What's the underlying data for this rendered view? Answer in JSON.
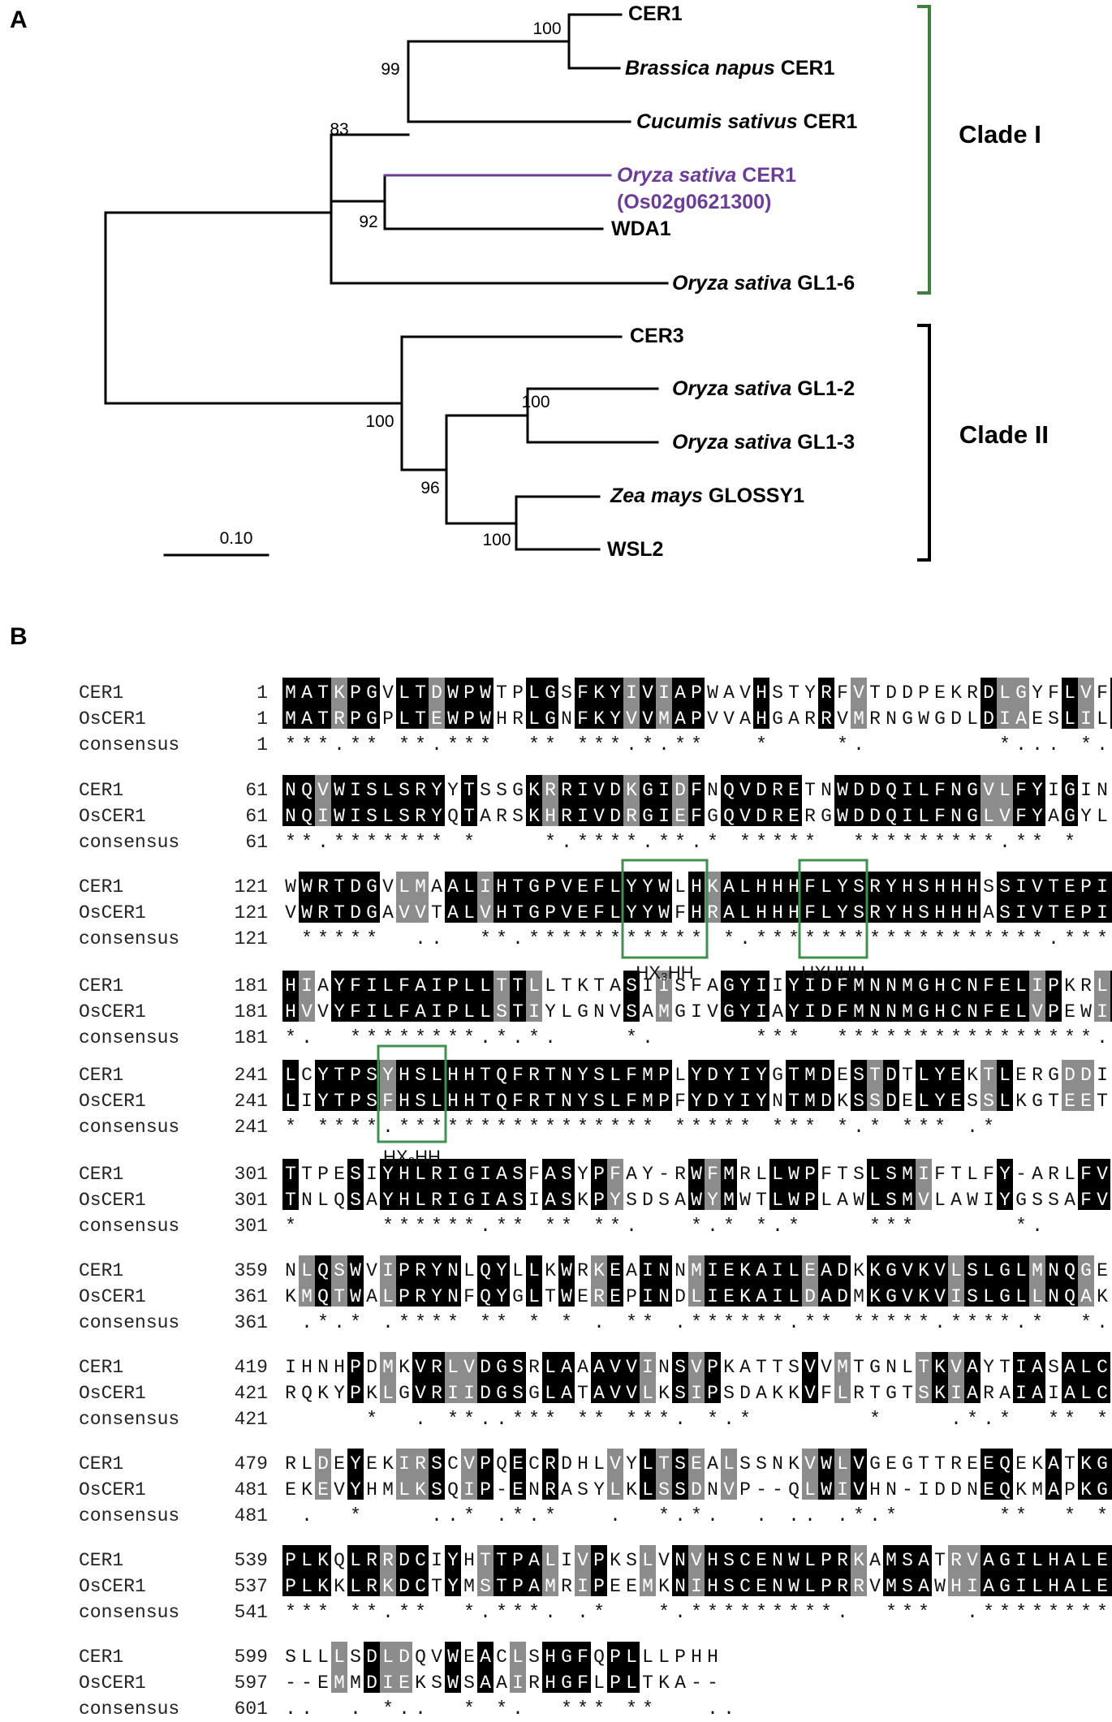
{
  "panel_a": {
    "label": "A",
    "taxa": [
      {
        "id": "cer1",
        "parts": [
          {
            "t": "CER1",
            "i": false
          }
        ]
      },
      {
        "id": "bnapus",
        "parts": [
          {
            "t": "Brassica napus",
            "i": true
          },
          {
            "t": " CER1",
            "i": false
          }
        ]
      },
      {
        "id": "csativus",
        "parts": [
          {
            "t": "Cucumis sativus",
            "i": true
          },
          {
            "t": " CER1",
            "i": false
          }
        ]
      },
      {
        "id": "oscer1",
        "parts": [
          {
            "t": "Oryza sativa",
            "i": true
          },
          {
            "t": " CER1",
            "i": false
          }
        ],
        "line2": "(Os02g0621300)",
        "highlight": true
      },
      {
        "id": "wda1",
        "parts": [
          {
            "t": "WDA1",
            "i": false
          }
        ]
      },
      {
        "id": "gl16",
        "parts": [
          {
            "t": "Oryza sativa",
            "i": true
          },
          {
            "t": " GL1-6",
            "i": false
          }
        ]
      },
      {
        "id": "cer3",
        "parts": [
          {
            "t": "CER3",
            "i": false
          }
        ]
      },
      {
        "id": "gl12",
        "parts": [
          {
            "t": "Oryza sativa",
            "i": true
          },
          {
            "t": " GL1-2",
            "i": false
          }
        ]
      },
      {
        "id": "gl13",
        "parts": [
          {
            "t": "Oryza sativa",
            "i": true
          },
          {
            "t": " GL1-3",
            "i": false
          }
        ]
      },
      {
        "id": "glossy1",
        "parts": [
          {
            "t": "Zea mays",
            "i": true
          },
          {
            "t": " GLOSSY1",
            "i": false
          }
        ]
      },
      {
        "id": "wsl2",
        "parts": [
          {
            "t": "WSL2",
            "i": false
          }
        ]
      }
    ],
    "bootstrap": [
      "100",
      "99",
      "83",
      "92",
      "100",
      "100",
      "96",
      "100"
    ],
    "clades": [
      "Clade I",
      "Clade II"
    ],
    "scale_bar": "0.10",
    "colors": {
      "highlight": "#6a3d96",
      "clade1_bracket": "#3f7f3f",
      "clade2_bracket": "#000000"
    }
  },
  "panel_b": {
    "label": "B",
    "names": [
      "CER1",
      "OsCER1",
      "consensus"
    ],
    "blocks": [
      {
        "starts": [
          "1",
          "1",
          "1"
        ],
        "s1": "MATKPGVLTDWPWTPLGSFKYIVIAPWAVHSTYRFVTDDPEKRDLGYFLVFPFLLFRILH",
        "s2": "MATRPGPLTEWPWHRLGNFKYVVMAPVVAHGARRVMRNGWGDLDIAESLILPSLLLRMIH",
        "c": "***.** **.***  ** ***.*.**   *    *.        *... *. * ** *..*"
      },
      {
        "starts": [
          "61",
          "61",
          "61"
        ],
        "s1": "NQVWISLSRYYTSSGKRRIVDKGIDFNQVDRETNWDDQILFNGVLFYIGINLLPEAKQLP",
        "s2": "NQIWISLSRYQTARSKHRIVDRGIEFGQVDRERGWDDQILFNGLVFYAGYLAMPSVRRMP",
        "c": "**.******* *    *.****.**.* *****  *********.** *   .*   .  .*"
      },
      {
        "starts": [
          "121",
          "121",
          "121"
        ],
        "s1": "WWRTDGVLMAALIHTGPVEFLYYWLHKALHHHFLYSRYHSHHHSSIVTEPITSVIHPFAE",
        "s2": "VWRTDGAVVTALVHTGPVEFLYYWFHRALHHHFLYSRYHSHHHASIVTEPITSVIHPFAE",
        "c": " *****  ..  **.*********** *.******************.****************"
      },
      {
        "starts": [
          "181",
          "181",
          "181"
        ],
        "s1": "HIAYFILFAIPLLTTLLTKTASIISFAGYIIYIDFMNNMGHCNFELIPKRLFHLFPPLKF",
        "s2": "HVVYFILFAIPLLSTIYLGNVSAMGIVGYIAYIDFMNNMGHCNFELVPEWIFQIFPPLKY",
        "c": "*.  ********.*.*.    *.      ***  ****************.*    .*  .*****."
      },
      {
        "starts": [
          "241",
          "241",
          "241"
        ],
        "s1": "LCYTPSYHSLHHTQFRTNYSLFMPLYDYIYGTMDESTDTLYEKTLERGDDIVDVVHLTHL",
        "s2": "LIYTPSFHSLHHTQFRTNYSLFMPFYDYIYNTMDKSSDELYESSLKGTEETPDLVHLTHM",
        "c": "* ****.**************** ***** *** *.* *** .*       ..   *.*****."
      },
      {
        "starts": [
          "301",
          "301",
          "301"
        ],
        "s1": "TTPESIYHLRIGIASFASYPFAY-RWFMRLLWPFTSLSMIFTLFY-ARLFVAERNSFNKL",
        "s2": "TNLQSAYHLRIGIASIASKPYSDSAWYMWTLWPLAWLSMVLAWIYGSSAFVVERIKLNKM",
        "c": "*     ******.** ** **.   *.* *.*    ***      *.     ** **      **."
      },
      {
        "starts": [
          "359",
          "361",
          "361"
        ],
        "s1": "NLQSWVIPRYNLQYLLKWRKEAINNMIEKAILEADKKGVKVLSLGLMNQGEELNRNGEVY",
        "s2": "KMQTWALPRYNFQYGLTWEREPINDLIEKAILDADMKGVKVISLGLLNQAKQLNGNGELF",
        "c": " .*.* .**** ** * * . ** .******.** *****.****.*  *.  ** ***."
      },
      {
        "starts": [
          "419",
          "421",
          "421"
        ],
        "s1": "IHNHPDMKVRLVDGSRLAAAVVINSVPKATTSVVMTGNLTKVAYTIASALCQRGVQVSTL",
        "s2": "RQKYPKLGVRIIDGSGLATAVVLKSIPSDAKKVFLRTGTSKIARAIAIALCDRGVQVIMN",
        "c": "     *  . **..*** ** ***. *.*       *    .*.*  ** *** *****"
      },
      {
        "starts": [
          "479",
          "481",
          "481"
        ],
        "s1": "RLDEYEKIRSCVPQECRDHLVYLTSEALSSNKVWLVGEGTTREEQEKATKGTLFIPFSQF",
        "s2": "EKEVYHMLKSQIP-ENRASYLKLSSDNVP--QLWIVHN-IDDNEQKMAPKGTIFIPISQF",
        "c": " .  *    ..* .*.*   .  *.*.  . .. .*.*      **  * ***.*** ***"
      },
      {
        "starts": [
          "539",
          "537",
          "541"
        ],
        "s1": "PLKQLRRDCIYHTTPALIVPKSLVNVHSCENWLPRKAMSATRVAGILHALEGWEMHECGT",
        "s2": "PLKKLRKDCTYMSTPAMRIPEEMKNIHSCENWLPRRVMSAWHIAGILHALEGWNMHECGD",
        "c": "*** **.**  *.***. .*   *.*********.  ***  .*********.*****"
      },
      {
        "starts": [
          "599",
          "597",
          "601"
        ],
        "s1": "SLLLSDLDQVWEACLSHGFQPLLLPHH",
        "s2": "--EMMDIEKSWSAAIRHGFLPLTKA--",
        "c": "..  . *..  * *.  *** **   .."
      }
    ],
    "motifs": [
      "HX₃HH",
      "HXHHH",
      "HX₂HH"
    ],
    "colors": {
      "identical": "#000000",
      "similar": "#8c8c8c",
      "motif_box": "#3f8f4f"
    }
  }
}
